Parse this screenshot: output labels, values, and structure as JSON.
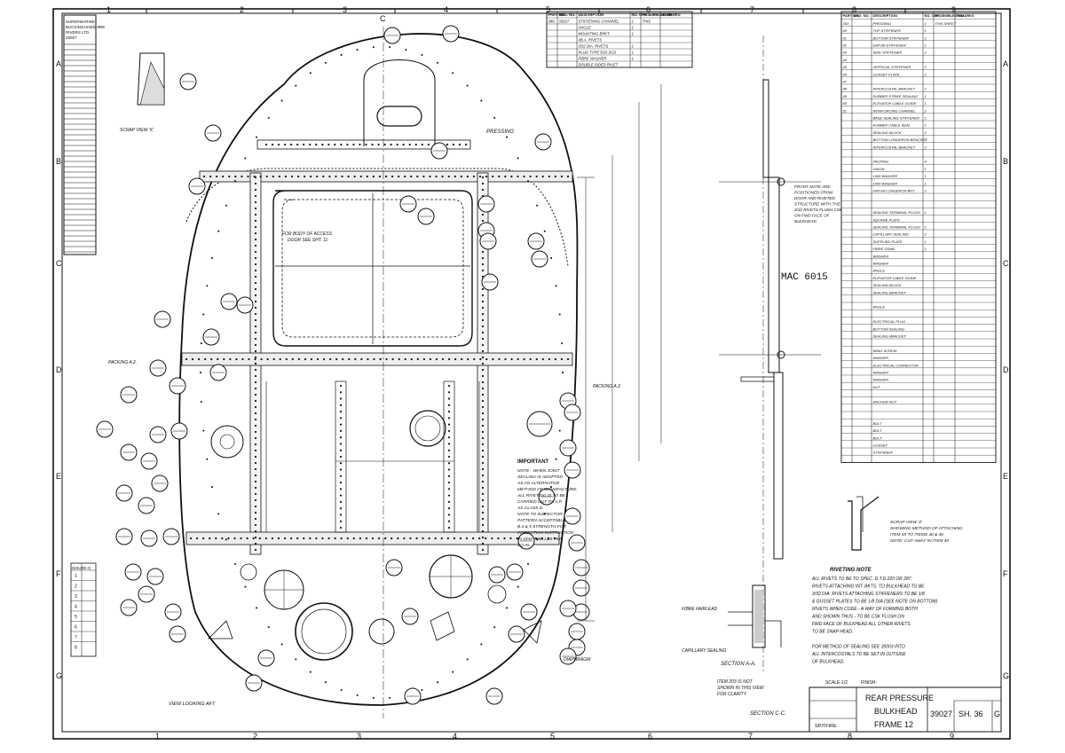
{
  "sheet": {
    "grid_cols": [
      "1",
      "2",
      "3",
      "4",
      "5",
      "6",
      "7",
      "8",
      "9"
    ],
    "grid_rows": [
      "A",
      "B",
      "C",
      "D",
      "E",
      "F",
      "G"
    ]
  },
  "maker_box": {
    "lines": [
      "SUPERMARINE",
      "BUCKINGHAMSHIRE",
      "RIVERS LTD.",
      "33027"
    ]
  },
  "title_block": {
    "title_lines": [
      "REAR PRESSURE",
      "BULKHEAD",
      "FRAME 12"
    ],
    "drawing_number": "39027",
    "sheet": "SH. 36",
    "revision": "G",
    "aircraft": "SPITFIRE",
    "scale_label": "SCALE-1/2",
    "finish_label": "FINISH-"
  },
  "parts_list_top": {
    "headers": [
      "PART NO.",
      "DRG. NO.",
      "DESCRIPTION",
      "NO. OFF",
      "ASSEMBLED ON",
      "REMARKS"
    ],
    "rows": [
      [
        "38G",
        "33027",
        "STIFFENING CHANNEL",
        "1",
        "THIS",
        ""
      ],
      [
        "",
        "",
        "ANGLE",
        "1",
        "",
        ""
      ],
      [
        "",
        "",
        "MOUNTING BRKT.",
        "1",
        "",
        ""
      ],
      [
        "",
        "",
        "4B.A. RIVETS",
        "",
        "",
        ""
      ],
      [
        "",
        "",
        "3/32 DIA. RIVETS",
        "1",
        "",
        ""
      ],
      [
        "",
        "",
        "PLUG TYPE 5/16 SCD",
        "1",
        "",
        ""
      ],
      [
        "",
        "",
        "FIBRE WASHER",
        "1",
        "",
        ""
      ],
      [
        "",
        "",
        "DOUBLE SIDED RIVET",
        "",
        "",
        ""
      ]
    ]
  },
  "parts_list_right": {
    "headers": [
      "PART NO.",
      "DRG. NO.",
      "DESCRIPTION",
      "NO. OFF",
      "ASSEMBLED ON",
      "REMARKS"
    ],
    "rows": [
      [
        "363",
        "",
        "PRESSING",
        "1",
        "THIS SHEET",
        ""
      ],
      [
        "40",
        "",
        "TOP STIFFENER",
        "1",
        "",
        ""
      ],
      [
        "41",
        "",
        "BOTTOM STIFFENER",
        "1",
        "",
        ""
      ],
      [
        "42",
        "",
        "DATUM STIFFENER",
        "1",
        "",
        ""
      ],
      [
        "43",
        "",
        "SIDE STIFFENER",
        "2",
        "",
        ""
      ],
      [
        "44",
        "",
        "",
        "",
        "",
        ""
      ],
      [
        "45",
        "",
        "VERTICAL STIFFENER",
        "2",
        "",
        ""
      ],
      [
        "46",
        "",
        "GUSSET PLATE",
        "2",
        "",
        ""
      ],
      [
        "47",
        "",
        "",
        "",
        "",
        ""
      ],
      [
        "48",
        "",
        "INTERCOSTAL BRACKET",
        "2",
        "",
        ""
      ],
      [
        "49",
        "",
        "RUBBER STRIKE SEALING",
        "1",
        "",
        ""
      ],
      [
        "50",
        "",
        "ELEVATOR CABLE GUIDE",
        "1",
        "",
        ""
      ],
      [
        "51",
        "",
        "REINFORCING CHANNEL",
        "2",
        "",
        ""
      ],
      [
        "",
        "",
        "BASE SEALING STIFFENER",
        "1",
        "",
        ""
      ],
      [
        "",
        "",
        "RUBBER CABLE SEAL",
        "1",
        "",
        ""
      ],
      [
        "",
        "",
        "SEALING BLOCK",
        "2",
        "",
        ""
      ],
      [
        "",
        "",
        "BOTTOM LONGERON BRACKET",
        "2",
        "",
        ""
      ],
      [
        "",
        "",
        "INTERCOSTAL BRACKET",
        "2",
        "",
        ""
      ],
      [
        "",
        "",
        "",
        "",
        "",
        ""
      ],
      [
        "",
        "",
        "PACKING",
        "4",
        "",
        ""
      ],
      [
        "",
        "",
        "UNION",
        "1",
        "",
        ""
      ],
      [
        "",
        "",
        "1000 WASHER",
        "1",
        "",
        ""
      ],
      [
        "",
        "",
        "1000 WASHER",
        "1",
        "",
        ""
      ],
      [
        "",
        "",
        "DATUM LONGERON BKT.",
        "2",
        "",
        ""
      ],
      [
        "",
        "",
        "",
        "",
        "",
        ""
      ],
      [
        "",
        "",
        "",
        "",
        "",
        ""
      ],
      [
        "",
        "",
        "SEALING TERMINAL PLUGS",
        "1",
        "",
        ""
      ],
      [
        "",
        "",
        "SQUARE PLATE",
        "",
        "",
        ""
      ],
      [
        "",
        "",
        "SEALING TERMINAL PLUGS",
        "1",
        "",
        ""
      ],
      [
        "",
        "",
        "CAPILLARY SEALING",
        "2",
        "",
        ""
      ],
      [
        "",
        "",
        "SUPPLIED PLATE",
        "1",
        "",
        ""
      ],
      [
        "",
        "",
        "FIBRE GRAB",
        "1",
        "",
        ""
      ],
      [
        "",
        "",
        "WASHER",
        "",
        "",
        ""
      ],
      [
        "",
        "",
        "WASHER",
        "",
        "",
        ""
      ],
      [
        "",
        "",
        "ANGLE",
        "",
        "",
        ""
      ],
      [
        "",
        "",
        "ELEVATOR CABLE GUIDE",
        "",
        "",
        ""
      ],
      [
        "",
        "",
        "SEALING BLOCK",
        "",
        "",
        ""
      ],
      [
        "",
        "",
        "SEALING BRACKET",
        "",
        "",
        ""
      ],
      [
        "",
        "",
        "",
        "",
        "",
        ""
      ],
      [
        "",
        "",
        "ANGLE",
        "",
        "",
        ""
      ],
      [
        "",
        "",
        "",
        "",
        "",
        ""
      ],
      [
        "",
        "",
        "ELECTRICAL PLUG",
        "",
        "",
        ""
      ],
      [
        "",
        "",
        "BOTTOM SEALING",
        "",
        "",
        ""
      ],
      [
        "",
        "",
        "SEALING BRACKET",
        "",
        "",
        ""
      ],
      [
        "",
        "",
        "",
        "",
        "",
        ""
      ],
      [
        "",
        "",
        "WING SCREW",
        "",
        "",
        ""
      ],
      [
        "",
        "",
        "WASHER",
        "",
        "",
        ""
      ],
      [
        "",
        "",
        "ELECTRICAL CONNECTOR",
        "",
        "",
        ""
      ],
      [
        "",
        "",
        "WASHER",
        "",
        "",
        ""
      ],
      [
        "",
        "",
        "WASHER",
        "",
        "",
        ""
      ],
      [
        "",
        "",
        "NUT",
        "",
        "",
        ""
      ],
      [
        "",
        "",
        "",
        "",
        "",
        ""
      ],
      [
        "",
        "",
        "ANCHOR NUT",
        "",
        "",
        ""
      ],
      [
        "",
        "",
        "",
        "",
        "",
        ""
      ],
      [
        "",
        "",
        "",
        "",
        "",
        ""
      ],
      [
        "",
        "",
        "BOLT",
        "",
        "",
        ""
      ],
      [
        "",
        "",
        "BOLT",
        "",
        "",
        ""
      ],
      [
        "",
        "",
        "BOLT",
        "",
        "",
        ""
      ],
      [
        "",
        "",
        "GUSSET",
        "",
        "",
        ""
      ],
      [
        "",
        "",
        "STIFFENER",
        "",
        "",
        ""
      ],
      [
        "",
        "",
        "",
        "",
        "",
        ""
      ]
    ]
  },
  "notes": {
    "important_title": "IMPORTANT",
    "important_lines": [
      "NOTE - WHEN JOINT",
      "SEALING IS ADOPTED",
      "AS AN ALTERNATIVE",
      "METHOD OF MANUFACTURE,",
      "ALL RIVETING IS TO BE",
      "CARRIED OUT TO A.P.",
      "AS CLASS D.",
      "NOTE TO INSPECTOR:",
      "PATTERN ACCEPTABLE",
      "B.4 & 5 STRENGTH FOR",
      "INSPECTION INSTRUCTION",
      "IN 1943 - 380 LBS PER",
      "SQ.IN."
    ],
    "riveting_title": "RIVETING NOTE",
    "riveting_lines": [
      "ALL RIVETS TO BE TO SPEC. D.T.D.220 OR 287.",
      "RIVETS ATTACHING INT. BKTS. TO BULKHEAD TO BE",
      "3/32 DIA. RIVETS ATTACHING STIFFENERS TO BE 1/8",
      "& GUSSET PLATES TO BE 1/8 DIA (SEE NOTE ON BOTTOM)",
      "RIVETS WHEN CODE - A WAY OF FORMING BOTH",
      "AND SHOWN THUS - TO BE CSK FLUSH ON",
      "FWD FACE OF BULKHEAD ALL OTHER RIVETS",
      "TO BE SNAP HEAD.",
      "",
      "FOR METHOD OF SEALING SEE 35003 INTO",
      "ALL INTERCOSTALS TO BE SET IN OUTSIDE",
      "OF BULKHEAD."
    ],
    "scrap_lines": [
      "SCRAP VIEW 'Z'",
      "SHOWING METHOD OF ATTACHING",
      "ITEM 49 TO ITEMS 40 & 46",
      "NOTE: CUT AWAY IN ITEM 40"
    ],
    "items_note": [
      "ITEM 203 IS NOT",
      "SHOWN IN THIS VIEW",
      "FOR CLARITY"
    ],
    "border_pocket": [
      "FOR BODY OF ACCESS",
      "DOOR SEE SHT. 11"
    ],
    "mounting_note": [
      "FRONT NOTE ARE",
      "POSITIONED FROM",
      "DOOR AND RIVETED",
      "STRUCTURE WITH THE",
      "3/32 RIVETS FLUSH CSK",
      "ON FWD FACE OF",
      "BULKHEAD"
    ],
    "hand_note": "MAC 6015",
    "section_cc": "SECTION C-C.",
    "section_aa": "SECTION A-A.",
    "view_looking_aft": "VIEW LOOKING AFT",
    "scrap_view_x": "SCRAP VIEW 'X'",
    "pressing_label": "PRESSING",
    "packing_label_left": "PACKING A.2.",
    "packing_label_right": "PACKING A.2.",
    "diaphragm_label": "DIAPHRAGM",
    "fibre_label": "FIBRE FAIRLEAD",
    "capillary_label": "CAPILLARY SEALING",
    "section_letter": "C"
  },
  "issue_table": {
    "header": [
      "ISSUE",
      "D.O."
    ],
    "rows": [
      [
        "1",
        ""
      ],
      [
        "2",
        ""
      ],
      [
        "3",
        ""
      ],
      [
        "4",
        ""
      ],
      [
        "5",
        ""
      ],
      [
        "6",
        ""
      ],
      [
        "7",
        ""
      ],
      [
        "8",
        ""
      ]
    ]
  }
}
